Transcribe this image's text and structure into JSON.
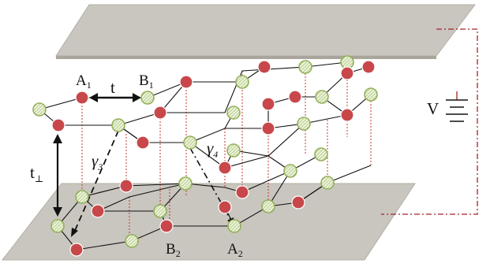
{
  "labels": {
    "a1": "A",
    "a1_sub": "1",
    "b1": "B",
    "b1_sub": "1",
    "a2": "A",
    "a2_sub": "2",
    "b2": "B",
    "b2_sub": "2",
    "t": "t",
    "t_perp": "t",
    "t_perp_sub": "⊥",
    "gamma3": "γ",
    "gamma3_sub": "3",
    "gamma4": "γ",
    "gamma4_sub": "4",
    "voltage": "V"
  },
  "colors": {
    "plate_fill": "#c9c6bf",
    "plate_edge": "#a9a59d",
    "atom_red": "#c8474a",
    "atom_green_fill": "#dfe9c7",
    "atom_green_stroke": "#93b05a",
    "hopping_red": "#c0392b",
    "circuit": "#a3242a",
    "bond": "#111111"
  },
  "icons": {
    "battery": "battery-icon"
  }
}
